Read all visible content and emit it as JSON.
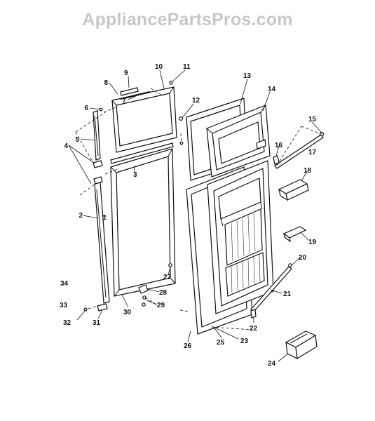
{
  "watermark": "AppliancePartsPros.com",
  "callouts": [
    {
      "id": "1",
      "text": "1"
    },
    {
      "id": "2",
      "text": "2"
    },
    {
      "id": "3",
      "text": "3"
    },
    {
      "id": "4",
      "text": "4"
    },
    {
      "id": "5",
      "text": "5"
    },
    {
      "id": "6",
      "text": "6"
    },
    {
      "id": "7",
      "text": "7"
    },
    {
      "id": "8",
      "text": "8"
    },
    {
      "id": "9",
      "text": "9"
    },
    {
      "id": "10",
      "text": "10"
    },
    {
      "id": "11",
      "text": "11"
    },
    {
      "id": "12",
      "text": "12"
    },
    {
      "id": "13",
      "text": "13"
    },
    {
      "id": "14",
      "text": "14"
    },
    {
      "id": "15",
      "text": "15"
    },
    {
      "id": "16",
      "text": "16"
    },
    {
      "id": "17",
      "text": "17"
    },
    {
      "id": "18",
      "text": "18"
    },
    {
      "id": "19",
      "text": "19"
    },
    {
      "id": "20",
      "text": "20"
    },
    {
      "id": "21",
      "text": "21"
    },
    {
      "id": "22",
      "text": "22"
    },
    {
      "id": "23",
      "text": "23"
    },
    {
      "id": "24",
      "text": "24"
    },
    {
      "id": "25",
      "text": "25"
    },
    {
      "id": "26",
      "text": "26"
    },
    {
      "id": "27",
      "text": "27"
    },
    {
      "id": "28",
      "text": "28"
    },
    {
      "id": "29",
      "text": "29"
    },
    {
      "id": "30",
      "text": "30"
    },
    {
      "id": "31",
      "text": "31"
    },
    {
      "id": "32",
      "text": "32"
    },
    {
      "id": "33",
      "text": "33"
    },
    {
      "id": "34",
      "text": "34"
    }
  ]
}
